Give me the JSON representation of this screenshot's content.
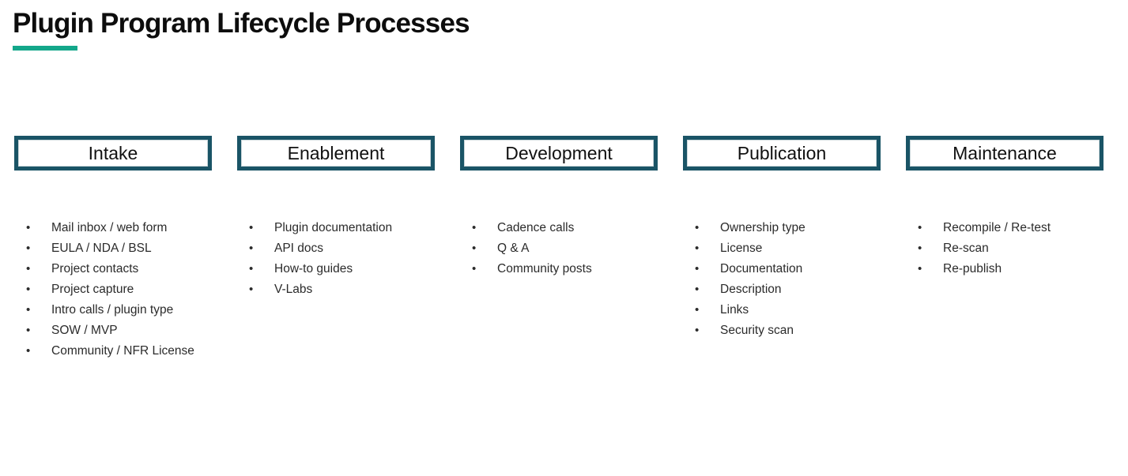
{
  "slide": {
    "title": "Plugin Program Lifecycle Processes",
    "accent_color": "#13a78a",
    "box_border_color": "#1a5466",
    "text_color": "#2b2b2b",
    "background_color": "#ffffff",
    "bullet_glyph": "•"
  },
  "phases": [
    {
      "name": "Intake",
      "items": [
        "Mail inbox / web form",
        "EULA / NDA / BSL",
        "Project contacts",
        "Project capture",
        "Intro calls / plugin type",
        "SOW / MVP",
        "Community / NFR License"
      ]
    },
    {
      "name": "Enablement",
      "items": [
        "Plugin documentation",
        "API docs",
        "How-to guides",
        "V-Labs"
      ]
    },
    {
      "name": "Development",
      "items": [
        "Cadence calls",
        "Q & A",
        "Community posts"
      ]
    },
    {
      "name": "Publication",
      "items": [
        "Ownership type",
        "License",
        "Documentation",
        "Description",
        "Links",
        "Security scan"
      ]
    },
    {
      "name": "Maintenance",
      "items": [
        "Recompile / Re-test",
        "Re-scan",
        "Re-publish"
      ]
    }
  ]
}
